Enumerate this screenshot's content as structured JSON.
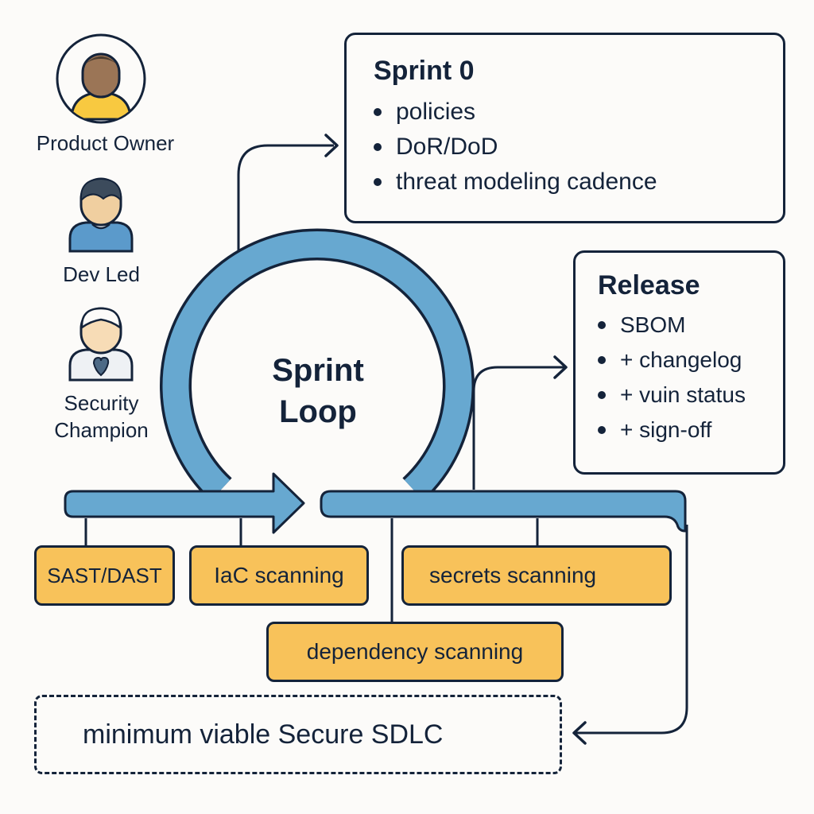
{
  "roles": [
    {
      "label": "Product Owner",
      "icon": "product-owner-avatar-icon"
    },
    {
      "label": "Dev Led",
      "icon": "dev-lead-avatar-icon"
    },
    {
      "label": "Security Champion",
      "label_lines": [
        "Security",
        "Champion"
      ],
      "icon": "security-champion-avatar-icon"
    }
  ],
  "sprint0": {
    "title": "Sprint 0",
    "items": [
      "policies",
      "DoR/DoD",
      "threat modeling cadence"
    ]
  },
  "release": {
    "title": "Release",
    "items": [
      "SBOM",
      "+ changelog",
      "+ vuin status",
      "+ sign-off"
    ]
  },
  "loop": {
    "label_line1": "Sprint",
    "label_line2": "Loop"
  },
  "tools": [
    {
      "label": "SAST/DAST"
    },
    {
      "label": "IaC scanning"
    },
    {
      "label": "secrets scanning"
    },
    {
      "label": "dependency scanning"
    }
  ],
  "footer": {
    "label": "minimum viable Secure SDLC"
  },
  "colors": {
    "background": "#fcfbf9",
    "outline": "#14233a",
    "flow_blue": "#67a8d0",
    "tool_yellow": "#f8c25a",
    "skin_dark": "#9b7556",
    "skin_light": "#f0cfa0",
    "shirt_yellow": "#f8c940",
    "shirt_blue": "#5b9acb",
    "hair_dark": "#3c4b5c"
  }
}
